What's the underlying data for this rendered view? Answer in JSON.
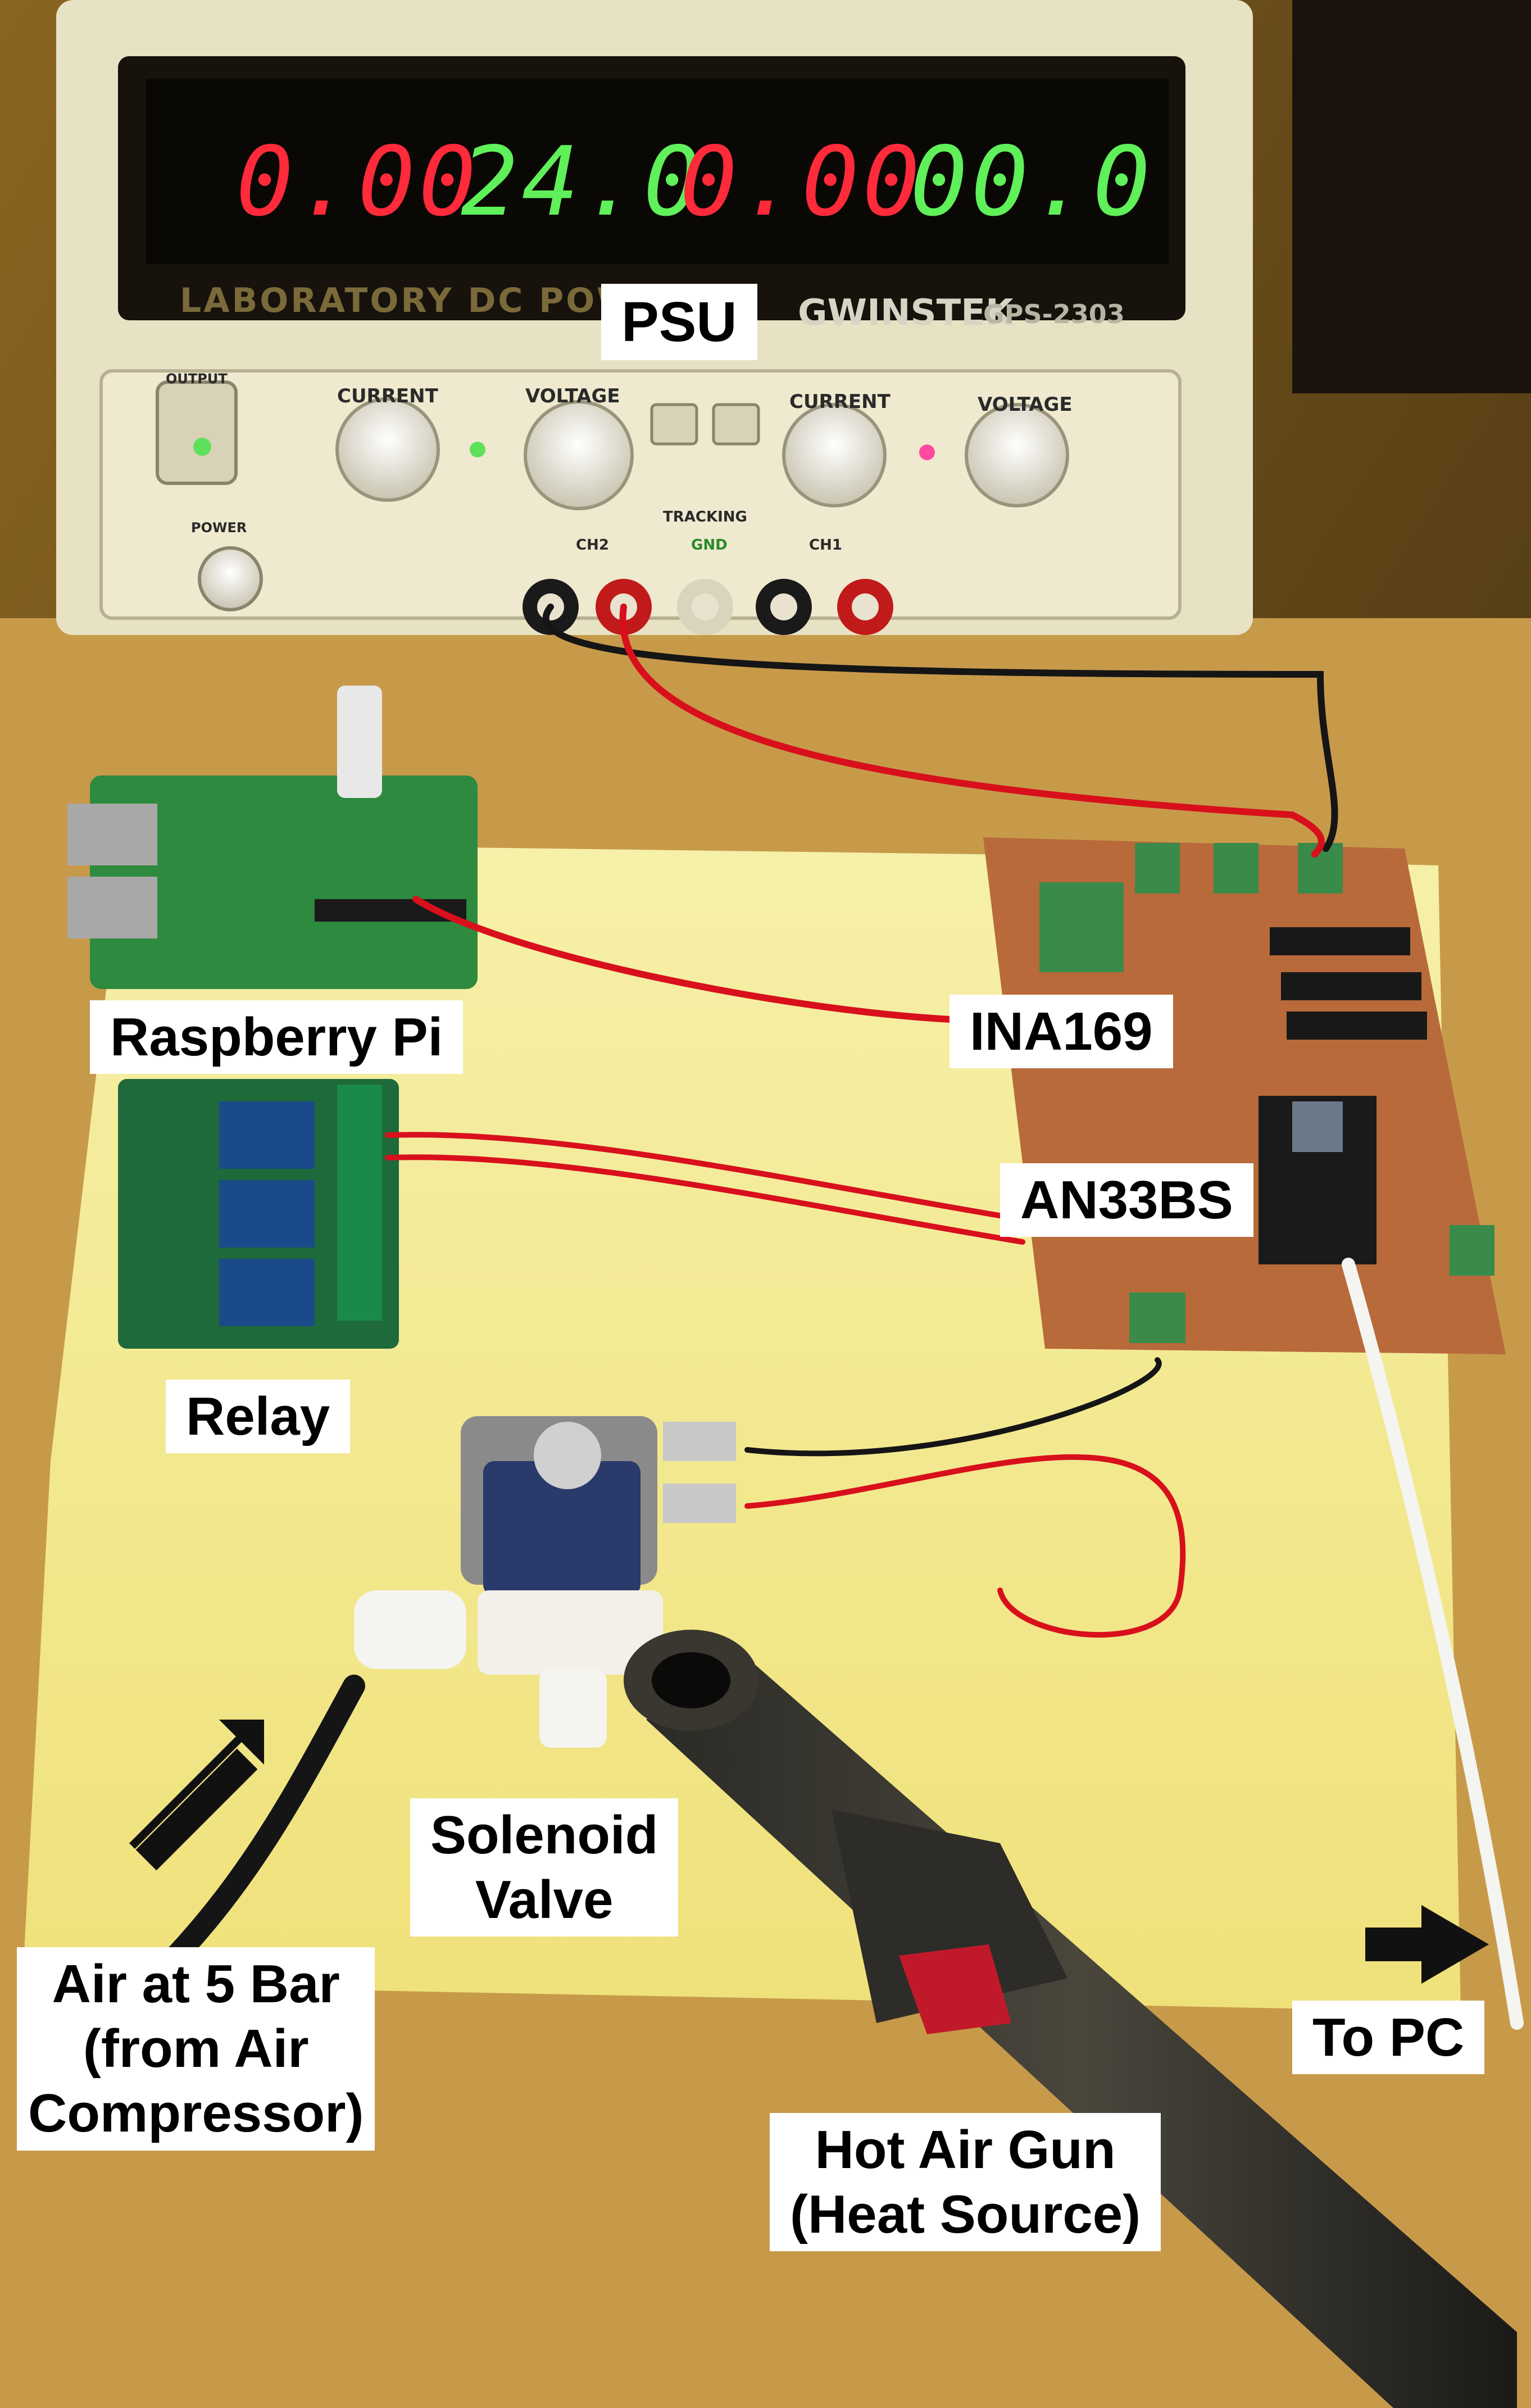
{
  "psu": {
    "display": {
      "ch2_current": "0.00",
      "ch2_voltage": "24.0",
      "ch1_current": "0.00",
      "ch1_voltage": "00.0"
    },
    "brand": "GWINSTEK",
    "model": "GPS-2303",
    "faceplate_title": "LABORATORY DC POWER SU",
    "knob_labels": [
      "CURRENT",
      "VOLTAGE",
      "CURRENT",
      "VOLTAGE"
    ],
    "button_labels": {
      "power": "POWER",
      "output": "OUTPUT",
      "tracking": "TRACKING"
    },
    "terminal_labels": {
      "ch2": "CH2",
      "gnd": "GND",
      "ch1": "CH1"
    }
  },
  "labels": {
    "psu": "PSU",
    "raspberry_pi": "Raspberry Pi",
    "ina169": "INA169",
    "an33bs": "AN33BS",
    "relay": "Relay",
    "solenoid_valve": "Solenoid\nValve",
    "air_supply": "Air at 5 Bar\n(from Air\nCompressor)",
    "hot_air_gun": "Hot Air Gun\n(Heat Source)",
    "to_pc": "To PC"
  },
  "colors": {
    "display_red": "#ff2a3a",
    "display_green": "#5ff05a",
    "psu_panel": "#e6e0c0",
    "bench_board": "#f3ec9a",
    "perfboard": "#b86a3a",
    "wire_red": "#d8101c",
    "wire_black": "#151515"
  },
  "icons": [
    "arrow-up-right-icon",
    "arrow-right-icon"
  ]
}
